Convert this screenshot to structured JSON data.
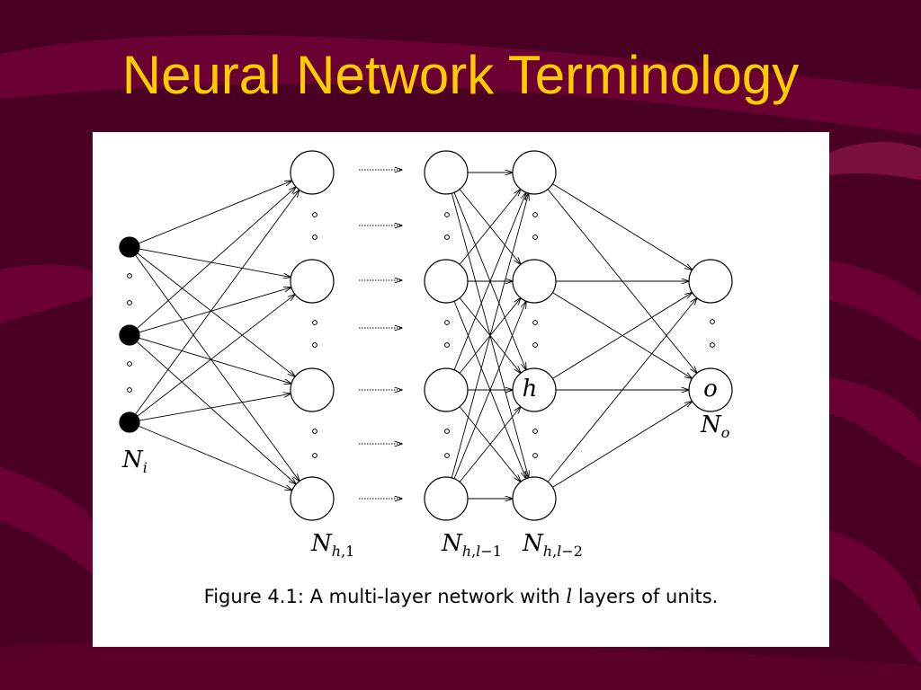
{
  "slide": {
    "title": "Neural Network Terminology",
    "colors": {
      "background": "#4a0022",
      "title": "#ffcc00",
      "swoosh": "#6b0033",
      "panel": "#ffffff"
    }
  },
  "figure": {
    "node_labels": {
      "hidden": "h",
      "output": "o"
    },
    "layer_labels": {
      "input": {
        "main": "N",
        "sub": "i"
      },
      "hidden_first": {
        "main": "N",
        "sub_italic": "h",
        "sub_plain": ",1"
      },
      "hidden_l_minus_1": {
        "main": "N",
        "sub_italic": "h",
        "sub_mid": ",",
        "sub_italic2": "l",
        "sub_plain": "−1"
      },
      "hidden_l_minus_2": {
        "main": "N",
        "sub_italic": "h",
        "sub_mid": ",",
        "sub_italic2": "l",
        "sub_plain": "−2"
      },
      "output": {
        "main": "N",
        "sub": "o"
      }
    },
    "caption": {
      "prefix": "Figure 4.1:  A multi-layer network with ",
      "symbol": "l",
      "suffix": " layers of units."
    }
  }
}
